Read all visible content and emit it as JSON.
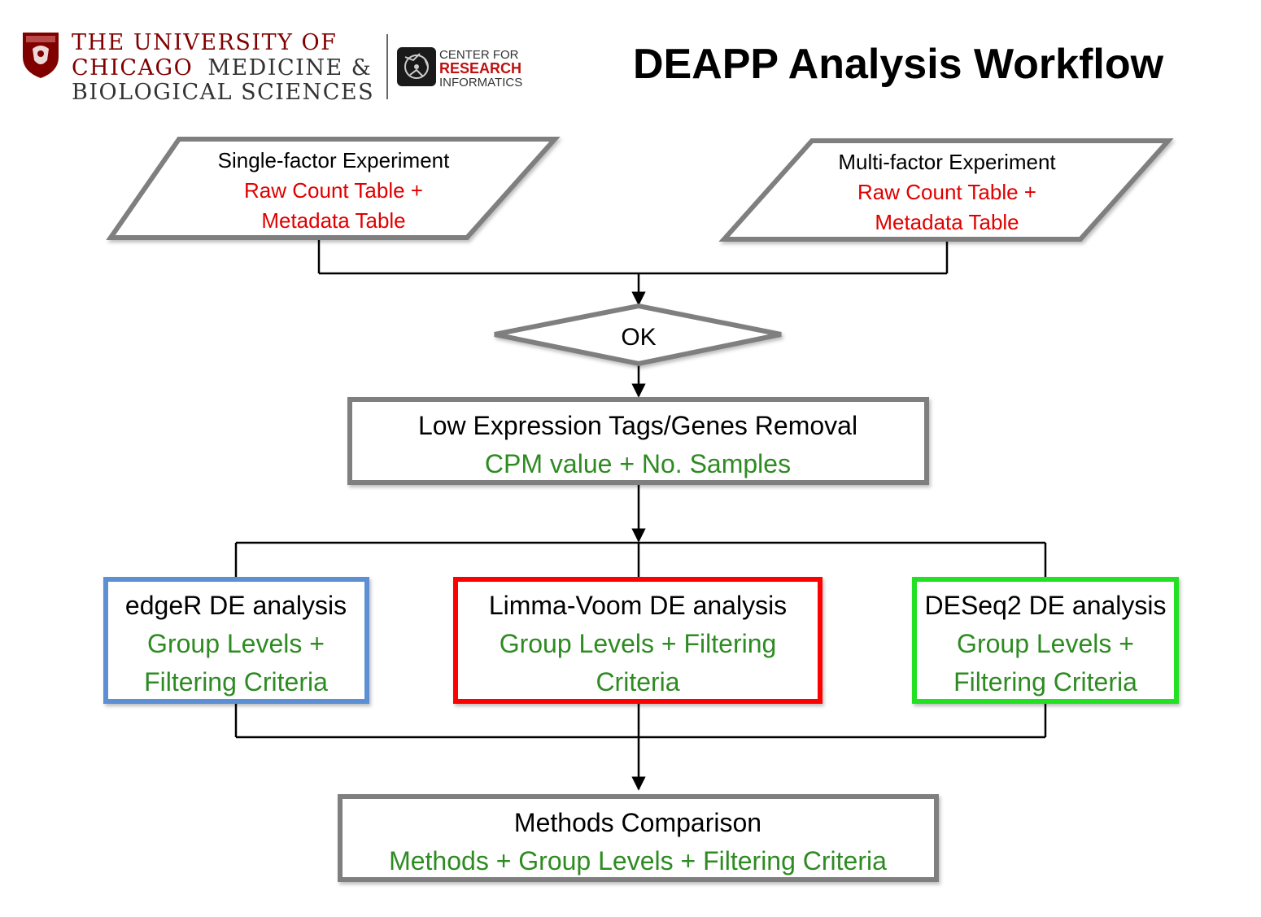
{
  "header": {
    "university_line1": "THE UNIVERSITY OF",
    "university_line2a": "CHICAGO",
    "university_line2b": "MEDICINE &",
    "university_line3": "BIOLOGICAL SCIENCES",
    "cri_line1": "CENTER FOR",
    "cri_line2": "RESEARCH",
    "cri_line3": "INFORMATICS",
    "title": "DEAPP Analysis Workflow"
  },
  "colors": {
    "maroon": "#800000",
    "red": "#e00000",
    "green": "#2e8b22",
    "gray": "#7f7f7f",
    "blue": "#5b8fd3",
    "bright_red": "#ff0000",
    "bright_green": "#22e022"
  },
  "nodes": {
    "single": {
      "title": "Single-factor Experiment",
      "line2": "Raw Count Table +",
      "line3": "Metadata Table"
    },
    "multi": {
      "title": "Multi-factor Experiment",
      "line2": "Raw Count Table +",
      "line3": "Metadata Table"
    },
    "ok": {
      "title": "OK"
    },
    "lowexp": {
      "title": "Low Expression Tags/Genes Removal",
      "line2": "CPM value + No. Samples"
    },
    "edger": {
      "title": "edgeR DE analysis",
      "line2": "Group Levels +",
      "line3": "Filtering Criteria"
    },
    "limma": {
      "title": "Limma-Voom DE analysis",
      "line2": "Group Levels + Filtering",
      "line3": "Criteria"
    },
    "deseq": {
      "title": "DESeq2 DE analysis",
      "line2": "Group Levels +",
      "line3": "Filtering Criteria"
    },
    "compare": {
      "title": "Methods Comparison",
      "line2": "Methods + Group Levels + Filtering Criteria"
    }
  }
}
